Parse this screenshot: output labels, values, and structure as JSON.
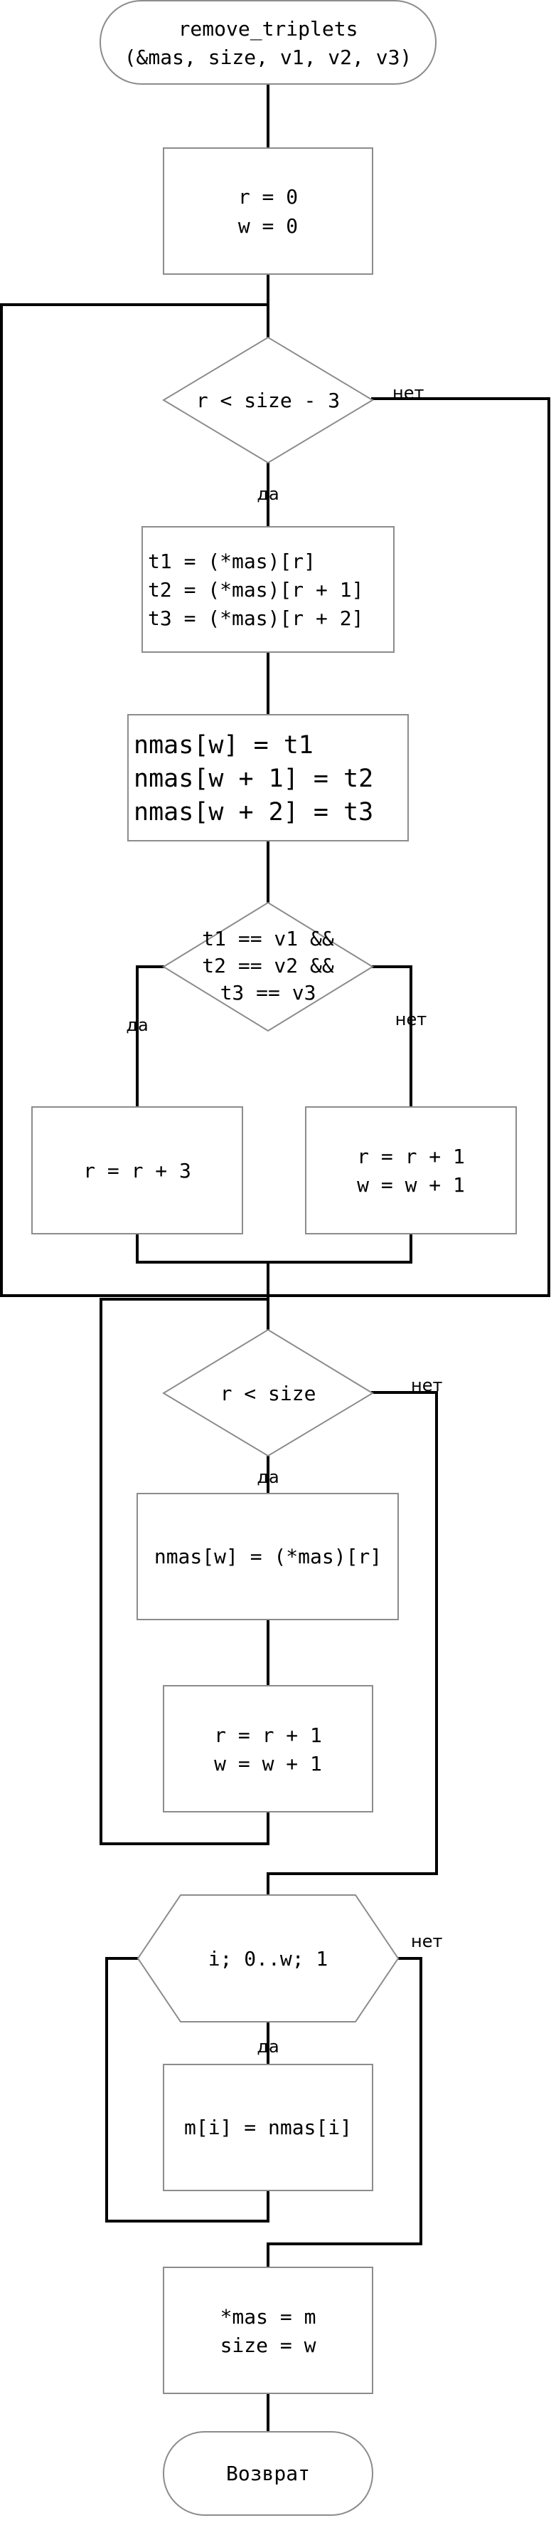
{
  "flowchart": {
    "start": {
      "line1": "remove_triplets",
      "line2": "(&mas, size, v1, v2, v3)"
    },
    "init": {
      "line1": "r = 0",
      "line2": "w = 0"
    },
    "cond1": {
      "text": "r < size - 3",
      "no": "нет",
      "yes": "да"
    },
    "extract": {
      "line1": "t1 = (*mas)[r]",
      "line2": "t2 = (*mas)[r + 1]",
      "line3": "t3 = (*mas)[r + 2]"
    },
    "store": {
      "line1": "nmas[w] = t1",
      "line2": "nmas[w + 1] = t2",
      "line3": "nmas[w + 2] = t3"
    },
    "cond2": {
      "line1": "t1 == v1 &&",
      "line2": "t2 == v2 &&",
      "line3": "t3 == v3",
      "yes": "да",
      "no": "нет"
    },
    "skip": {
      "text": "r = r + 3"
    },
    "advance1": {
      "line1": "r = r + 1",
      "line2": "w = w + 1"
    },
    "cond3": {
      "text": "r < size",
      "no": "нет",
      "yes": "да"
    },
    "copy": {
      "text": "nmas[w] = (*mas)[r]"
    },
    "advance2": {
      "line1": "r = r + 1",
      "line2": "w = w + 1"
    },
    "loop": {
      "text": "i; 0..w; 1",
      "yes": "да",
      "no": "нет"
    },
    "assign": {
      "text": "m[i] = nmas[i]"
    },
    "result": {
      "line1": "*mas = m",
      "line2": "size = w"
    },
    "end": {
      "text": "Возврат"
    }
  }
}
